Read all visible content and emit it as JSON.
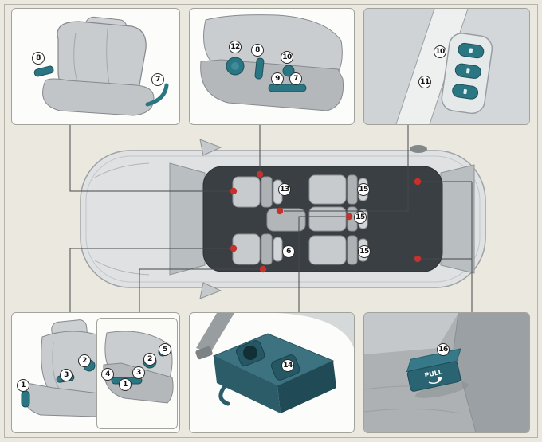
{
  "figure": {
    "type": "vehicle-seat-features-diagram",
    "colors": {
      "background": "#ebe8df",
      "panel_background": "#fcfcfa",
      "panel_border": "#a3a39d",
      "callout_border": "#2b2b2b",
      "connector_line": "#45484b",
      "marker_dot": "#c5312c",
      "control_teal": "#2b7683",
      "control_teal_dark": "#1c515b",
      "seat_gray": "#c9cdcf",
      "glass_dark": "#3a3f44"
    }
  },
  "panels": {
    "top_left": {
      "callouts": [
        "8",
        "7"
      ]
    },
    "top_center": {
      "callouts": [
        "12",
        "8",
        "10",
        "9",
        "7"
      ]
    },
    "top_right": {
      "callouts": [
        "10",
        "11"
      ]
    },
    "bottom_left": {
      "callouts": [
        "1",
        "2",
        "3"
      ],
      "inset_callouts": [
        "4",
        "1",
        "3",
        "2",
        "5"
      ]
    },
    "bottom_center": {
      "callouts": [
        "14"
      ]
    },
    "bottom_right": {
      "callouts": [
        "16"
      ],
      "strap_label": "PULL"
    }
  },
  "car": {
    "callouts": [
      "13",
      "15",
      "15",
      "6",
      "15"
    ]
  }
}
